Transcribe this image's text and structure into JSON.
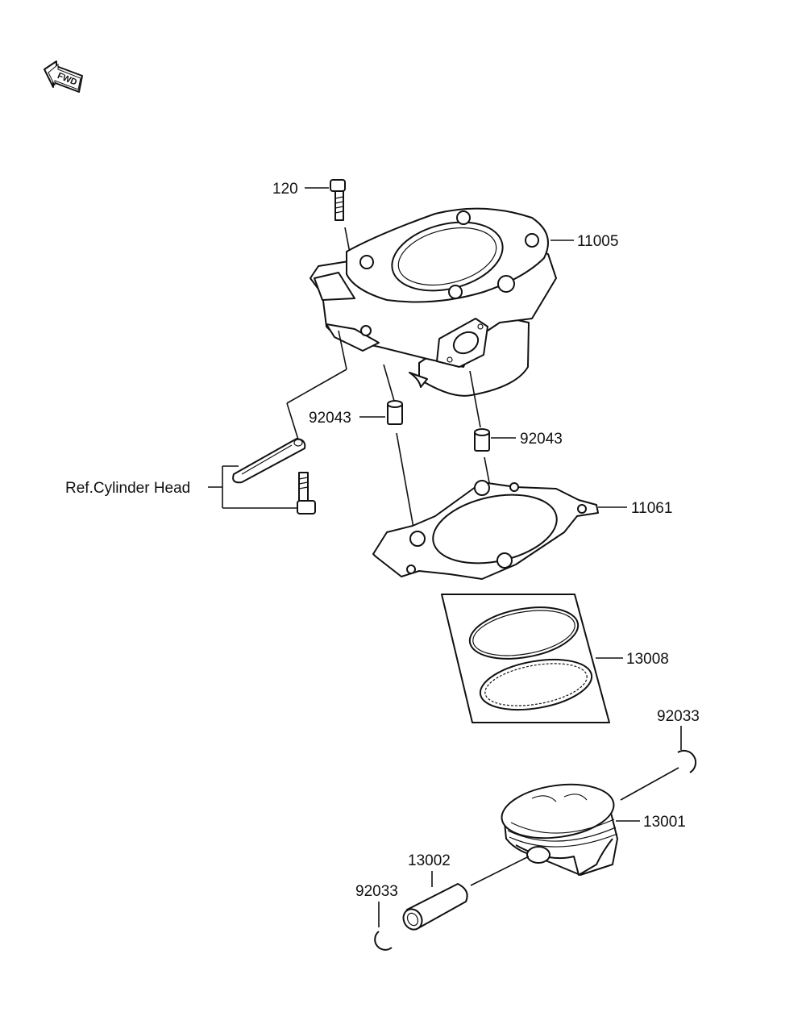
{
  "fwd_indicator": {
    "text": "FWD"
  },
  "callouts": {
    "bolt_120": "120",
    "cylinder": "11005",
    "dowel_left": "92043",
    "dowel_right": "92043",
    "ref_cylinder_head": "Ref.Cylinder Head",
    "base_gasket": "11061",
    "piston_ring_set": "13008",
    "circlip_right": "92033",
    "piston": "13001",
    "piston_pin": "13002",
    "circlip_left": "92033"
  }
}
